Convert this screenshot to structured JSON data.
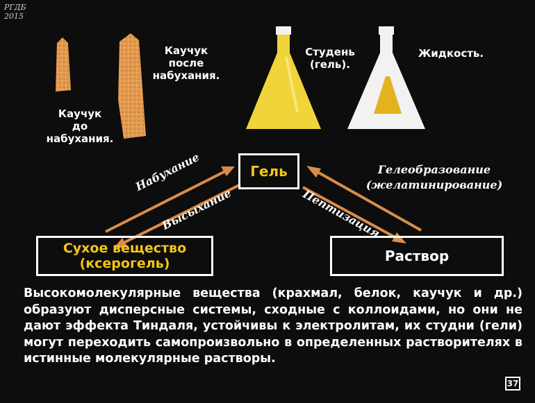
{
  "watermark": "РГДБ\n2015",
  "labels": {
    "rubber_before": "Каучук\nдо набухания.",
    "rubber_after": "Каучук\nпосле\nнабухания.",
    "gel_flask": "Студень\n(гель).",
    "liquid_flask": "Жидкость."
  },
  "diagram": {
    "gel": "Гель",
    "dry": "Сухое вещество\n(ксерогель)",
    "solution": "Раствор",
    "swelling": "Набухание",
    "drying": "Высыхание",
    "peptization": "Пептизация",
    "gelation": "Гелеобразование\n(желатинирование)"
  },
  "paragraph": "Высокомолекулярные вещества (крахмал, белок, каучук и др.) образуют дисперсные системы, сходные с коллоидами, но они не дают эффекта Тиндаля, устойчивы к электролитам, их студни (гели) могут переходить самопроизвольно в определенных растворителях в истинные молекулярные растворы.",
  "page_number": "37",
  "colors": {
    "background": "#0c0d0c",
    "accent_yellow": "#f5c518",
    "rubber": "#e39a4e",
    "arrow": "#d98c4a"
  }
}
